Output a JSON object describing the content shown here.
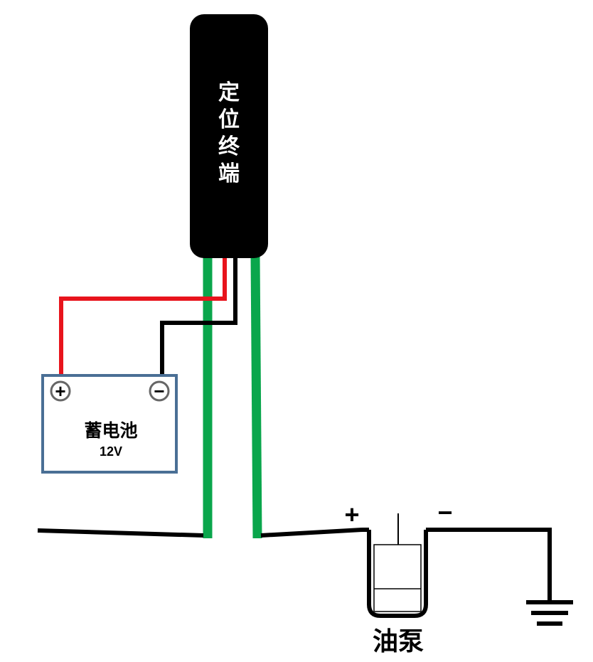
{
  "terminal": {
    "label": "定位终端",
    "fill": "#000000",
    "label_color": "#ffffff"
  },
  "battery": {
    "name": "蓄电池",
    "voltage": "12V",
    "plus_symbol": "+",
    "minus_symbol": "−",
    "border_color": "#4a6f95"
  },
  "pump": {
    "name": "油泵",
    "plus_symbol": "+",
    "minus_symbol": "−"
  },
  "ground": {
    "icon": "ground-icon"
  },
  "wires": {
    "positive_color": "#e8141c",
    "negative_color": "#000000",
    "signal_color": "#0aa64c",
    "line_color": "#000000"
  }
}
